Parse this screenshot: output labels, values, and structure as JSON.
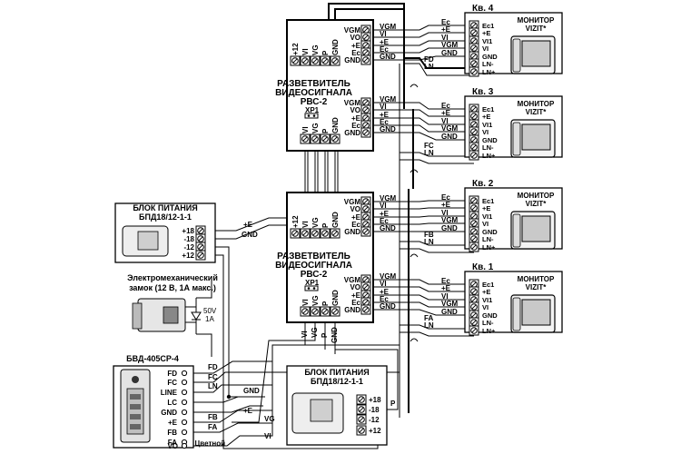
{
  "splitters": [
    {
      "title_lines": [
        "РАЗВЕТВИТЕЛЬ",
        "ВИДЕОСИГНАЛА",
        "РВС-2"
      ],
      "top_pins": [
        "+12",
        "VI",
        "VG",
        "P",
        "GND"
      ],
      "xp": "XP1",
      "bottom_pins": [
        "VI",
        "VG",
        "P",
        "GND"
      ],
      "outputs": [
        [
          "VGM",
          "VO",
          "+E",
          "Ec",
          "GND"
        ],
        [
          "VGM",
          "VO",
          "+E",
          "Ec",
          "GND"
        ]
      ]
    },
    {
      "title_lines": [
        "РАЗВЕТВИТЕЛЬ",
        "ВИДЕОСИГНАЛА",
        "РВС-2"
      ],
      "top_pins": [
        "+12",
        "VI",
        "VG",
        "P",
        "GND"
      ],
      "xp": "XP1",
      "bottom_pins": [
        "VI",
        "VG",
        "P",
        "GND"
      ],
      "outputs": [
        [
          "VGM",
          "VO",
          "+E",
          "Ec",
          "GND"
        ],
        [
          "VGM",
          "VO",
          "+E",
          "Ec",
          "GND"
        ]
      ]
    }
  ],
  "wire_labels": {
    "out": [
      "VGM",
      "VI",
      "+E",
      "Ec",
      "GND"
    ],
    "bus_top": "FD",
    "bus_bottom": "LN",
    "bus_by_apt": [
      "FD",
      "FC",
      "FB",
      "FA"
    ]
  },
  "apartments": [
    {
      "label": "Кв. 4"
    },
    {
      "label": "Кв. 3"
    },
    {
      "label": "Кв. 2"
    },
    {
      "label": "Кв. 1"
    }
  ],
  "apt_wire_labels": [
    "Ec",
    "+E",
    "VI",
    "VGM",
    "GND"
  ],
  "monitor": {
    "title": "МОНИТОР",
    "model": "VIZIT*",
    "terminals": [
      "Ec1",
      "+E",
      "VI1",
      "VI",
      "GND",
      "LN-",
      "LN+"
    ]
  },
  "psu_top": {
    "title": "БЛОК ПИТАНИЯ",
    "model": "БПД18/12-1-1",
    "terminals": [
      "+18",
      "-18",
      "-12",
      "+12"
    ],
    "wire_labels": [
      "+E",
      "GND"
    ]
  },
  "lock": {
    "title_line1": "Электромеханический",
    "title_line2": "замок (12 В, 1А макс.)",
    "diode_v": "50V",
    "diode_a": "1A"
  },
  "panel": {
    "title": "БВД-405СР-4",
    "terminals": [
      "FD",
      "FC",
      "LINE",
      "LC",
      "GND",
      "+E",
      "FB",
      "FA",
      "VO"
    ],
    "wire_labels": [
      "FD",
      "FC",
      "LN",
      "FB",
      "FA"
    ],
    "video_label": "Цветной"
  },
  "psu_bottom": {
    "title": "БЛОК ПИТАНИЯ",
    "model": "БПД18/12-1-1",
    "terminals": [
      "+18",
      "-18",
      "-12",
      "+12"
    ],
    "wire_label": "P"
  },
  "misc_labels": {
    "gnd": "GND",
    "plus_e": "+E",
    "vg": "VG",
    "vi": "VI",
    "vi_down": "VI",
    "vg_down": "VG",
    "p_down": "P",
    "gnd_down": "GND"
  }
}
